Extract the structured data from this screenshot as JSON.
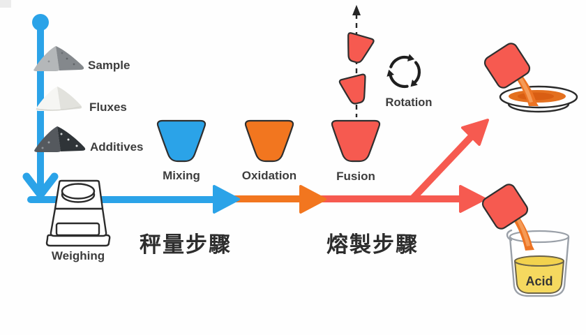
{
  "colors": {
    "blue": "#2BA3E8",
    "orange": "#F2761F",
    "red": "#F65A50",
    "stream_orange": "#ED7424",
    "stream_highlight": "#F59B57",
    "pool_orange": "#E4701F",
    "acid_yellow": "#F5D95F",
    "acid_surface": "#F2D24E",
    "ink": "#1F1F1F"
  },
  "materials": {
    "sample": "Sample",
    "fluxes": "Fluxes",
    "additives": "Additives"
  },
  "steps": {
    "weighing": "Weighing",
    "mixing": "Mixing",
    "oxidation": "Oxidation",
    "fusion": "Fusion",
    "rotation": "Rotation"
  },
  "stages": {
    "weighing_cn": "秤量步驟",
    "melting_cn": "熔製步驟"
  },
  "beaker": {
    "label": "Acid"
  }
}
